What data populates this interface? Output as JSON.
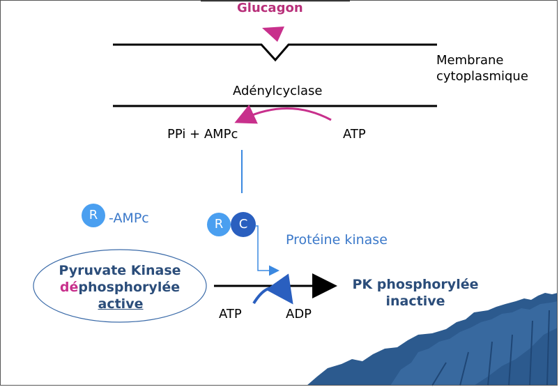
{
  "hormone": {
    "label": "Glucagon",
    "color": "#b8307a"
  },
  "membrane": {
    "line1": "Membrane",
    "line2": "cytoplasmique"
  },
  "enzyme": {
    "label": "Adénylcyclase"
  },
  "reaction1": {
    "products": "PPi + AMPc",
    "substrate": "ATP"
  },
  "regulatory": {
    "r_label": "R",
    "suffix": "-AMPc"
  },
  "kinase": {
    "r_label": "R",
    "c_label": "C",
    "name": "Protéine kinase"
  },
  "pyruvate_kinase": {
    "line1": "Pyruvate Kinase",
    "line2_highlight": "dé",
    "line2_rest": "phosphorylée",
    "line3": "active"
  },
  "reaction2": {
    "substrate": "ATP",
    "product": "ADP"
  },
  "pk_result": {
    "line1": "PK phosphorylée",
    "line2": "inactive"
  },
  "colors": {
    "accent_magenta": "#c8308c",
    "blue_text": "#3a78c9",
    "circle_light": "#4a9ff0",
    "circle_dark": "#2a5fbf",
    "mountain": "#2c5a8e"
  }
}
